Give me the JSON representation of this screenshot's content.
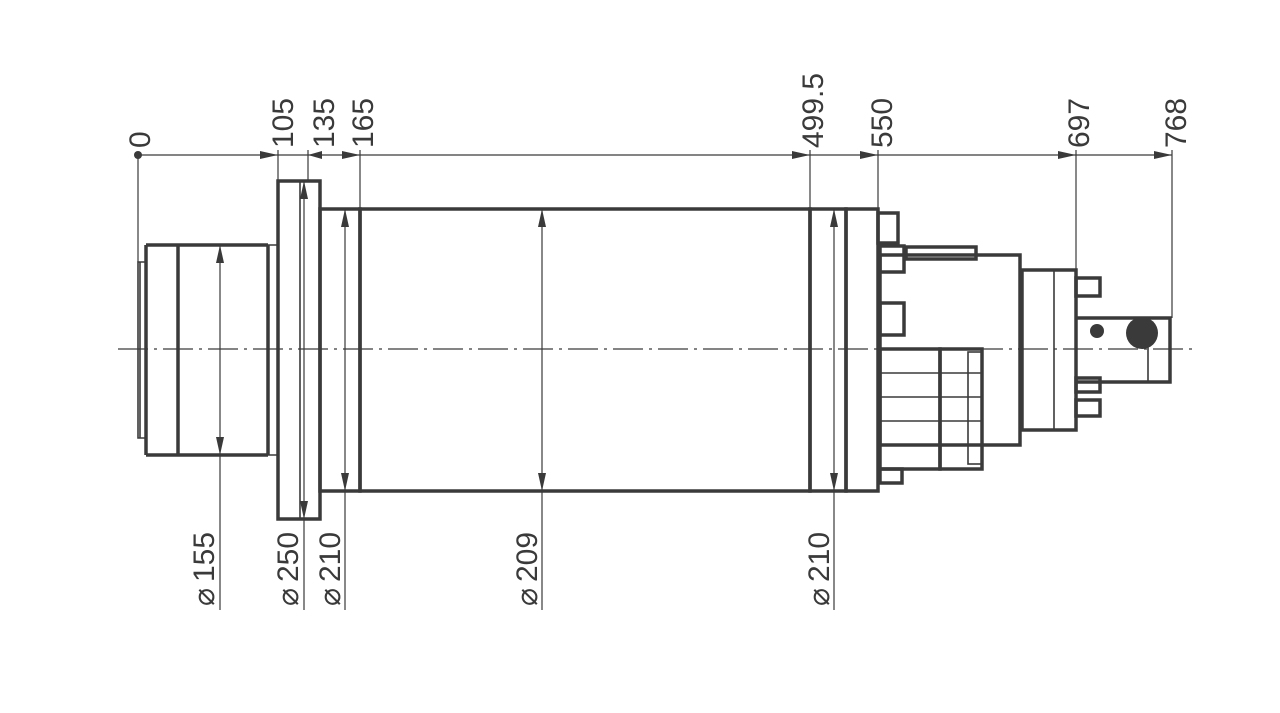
{
  "drawing": {
    "axial_dimensions": [
      "0",
      "105",
      "135",
      "165",
      "499.5",
      "550",
      "697",
      "768"
    ],
    "diameter_dimensions": [
      "155",
      "250",
      "210",
      "209",
      "210"
    ],
    "diameter_symbol": "⌀"
  }
}
